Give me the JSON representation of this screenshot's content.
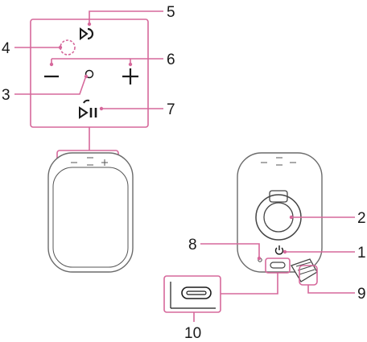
{
  "callouts": {
    "c1": "1",
    "c2": "2",
    "c3": "3",
    "c4": "4",
    "c5": "5",
    "c6": "6",
    "c7": "7",
    "c8": "8",
    "c9": "9",
    "c10": "10"
  },
  "colors": {
    "leader_lines": "#d6689b",
    "outline": "#6b6b6b",
    "ink": "#1a1a1a"
  },
  "icons": [
    "bluetooth-pairing-icon",
    "indicator-lamp-icon",
    "volume-minus-icon",
    "volume-plus-icon",
    "play-pause-call-icon",
    "power-icon",
    "usb-c-port-icon"
  ]
}
